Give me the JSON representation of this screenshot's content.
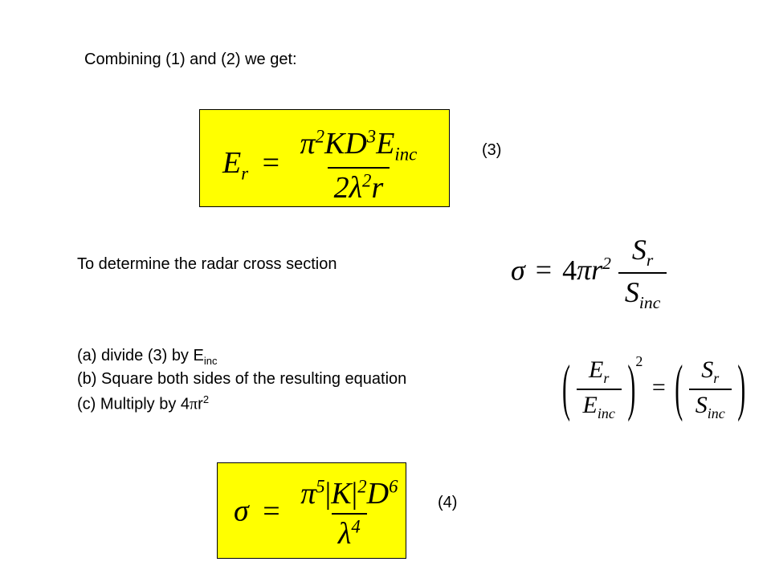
{
  "intro": "Combining (1) and (2) we get:",
  "eq3_label": "(3)",
  "rcs_intro": "To determine the radar cross section",
  "steps": {
    "a_prefix": "(a)  divide (3) by E",
    "a_sub": "inc",
    "b": "(b) Square both sides of the resulting equation",
    "c_prefix": "(c) Multiply by 4",
    "c_pi": "π",
    "c_r": "r",
    "c_sup": "2"
  },
  "eq4_label": "(4)",
  "colors": {
    "highlight": "#ffff00"
  }
}
